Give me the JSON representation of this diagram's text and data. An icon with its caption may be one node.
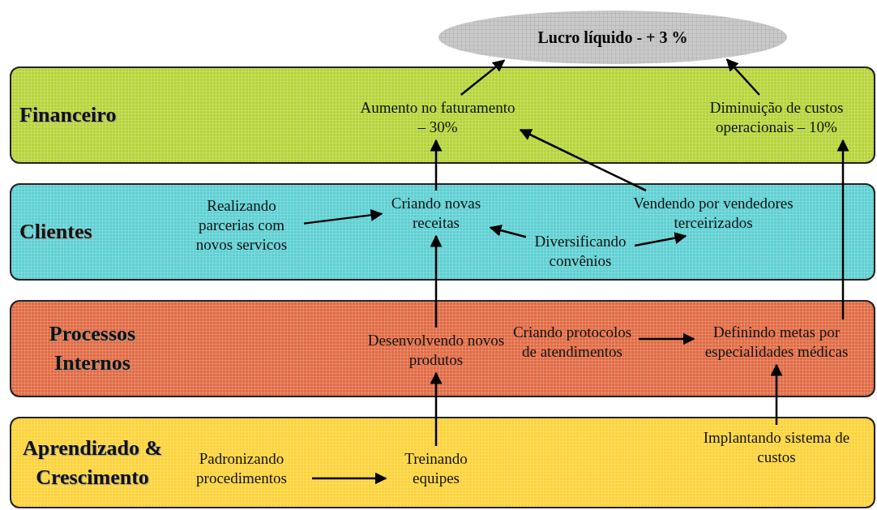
{
  "diagram": {
    "nodes": [
      {
        "text": [
          "Lucro líquido - + 3 %"
        ]
      },
      {
        "text": [
          "Financeiro"
        ]
      },
      {
        "text": [
          "Aumento no faturamento – 30%"
        ],
        "in": 1
      },
      {
        "text": [
          "Diminuição de custos operacionais – 10%"
        ],
        "in": 1
      },
      {
        "text": [
          "Clientes"
        ]
      },
      {
        "text": [
          "Realizando parcerias com novos servicos"
        ],
        "in": 4
      },
      {
        "text": [
          "Criando novas receitas"
        ],
        "in": 4
      },
      {
        "text": [
          "Vendendo por vendedores terceirizados"
        ],
        "in": 4
      },
      {
        "text": [
          "Diversificando convênios"
        ],
        "in": 4
      },
      {
        "text": [
          "Processos Internos"
        ]
      },
      {
        "text": [
          "Desenvolvendo novos produtos"
        ],
        "in": 9
      },
      {
        "text": [
          "Criando protocolos de atendimentos"
        ],
        "in": 9
      },
      {
        "text": [
          "Definindo metas por especialidades médicas"
        ],
        "in": 9
      },
      {
        "text": [
          "Aprendizado & Crescimento"
        ]
      },
      {
        "text": [
          "Padronizando procedimentos"
        ],
        "in": 13
      },
      {
        "text": [
          "Treinando equipes"
        ],
        "in": 13
      },
      {
        "text": [
          "Implantando sistema de custos"
        ],
        "in": 13
      }
    ],
    "edges": [
      {
        "from": 2,
        "to": 0,
        "arrow": "to"
      },
      {
        "from": 3,
        "to": 0,
        "arrow": "to"
      },
      {
        "from": 6,
        "to": 2,
        "arrow": "to"
      },
      {
        "from": 7,
        "to": 2,
        "arrow": "to"
      },
      {
        "from": 12,
        "to": 3,
        "arrow": "to"
      },
      {
        "from": 5,
        "to": 6,
        "arrow": "to"
      },
      {
        "from": 8,
        "to": 6,
        "arrow": "to"
      },
      {
        "from": 8,
        "to": 7,
        "arrow": "to"
      },
      {
        "from": 10,
        "to": 6,
        "arrow": "to"
      },
      {
        "from": 15,
        "to": 10,
        "arrow": "to"
      },
      {
        "from": 14,
        "to": 15,
        "arrow": "to"
      },
      {
        "from": 11,
        "to": 12,
        "arrow": "to"
      },
      {
        "from": 16,
        "to": 12,
        "arrow": "to"
      }
    ]
  }
}
